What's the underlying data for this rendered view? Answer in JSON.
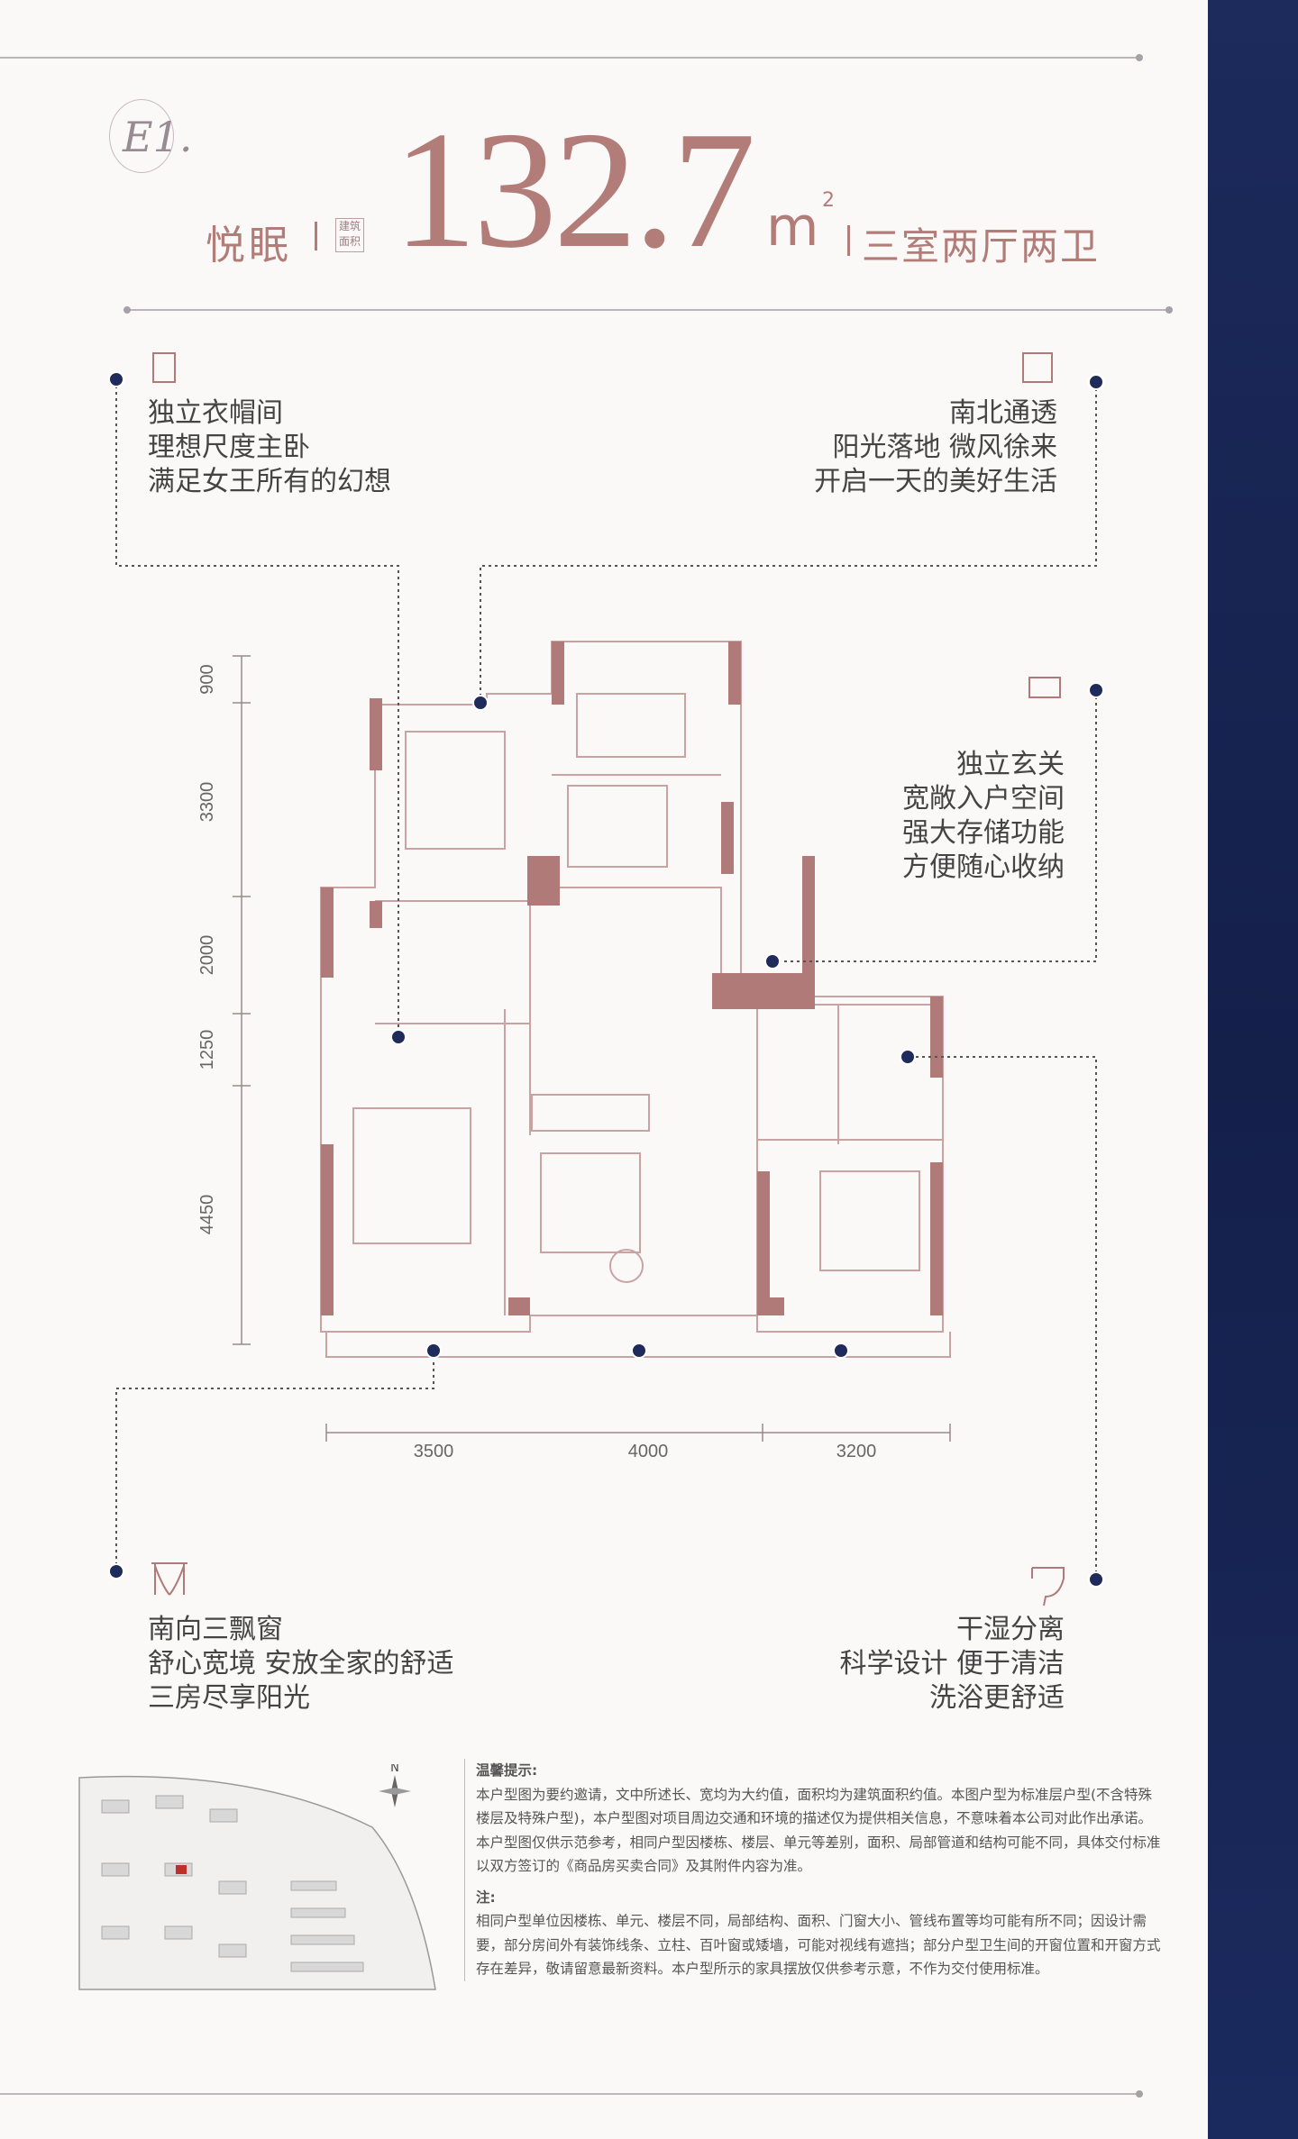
{
  "header": {
    "model_badge": "E1.",
    "name": "悦眠",
    "area_tag": "建筑面积",
    "area_value": "132.7",
    "area_unit": "m",
    "area_unit_sup": "2",
    "layout": "三室两厅两卫"
  },
  "callouts": [
    {
      "icon": "wardrobe-icon",
      "lines": [
        "独立衣帽间",
        "理想尺度主卧",
        "满足女王所有的幻想"
      ]
    },
    {
      "icon": "window-door-icon",
      "lines": [
        "南北通透",
        "阳光落地 微风徐来",
        "开启一天的美好生活"
      ]
    },
    {
      "icon": "cabinet-icon",
      "lines": [
        "独立玄关",
        "宽敞入户空间",
        "强大存储功能",
        "方便随心收纳"
      ]
    },
    {
      "icon": "curtain-window-icon",
      "lines": [
        "南向三飘窗",
        "舒心宽境 安放全家的舒适",
        "三房尽享阳光"
      ]
    },
    {
      "icon": "toilet-icon",
      "lines": [
        "干湿分离",
        "科学设计 便于清洁",
        "洗浴更舒适"
      ]
    }
  ],
  "dimensions": {
    "vertical": [
      "900",
      "3300",
      "2000",
      "1250",
      "4450"
    ],
    "horizontal": [
      "3500",
      "4000",
      "3200"
    ]
  },
  "compass": "N",
  "notes": {
    "title1": "温馨提示:",
    "body1": "本户型图为要约邀请，文中所述长、宽均为大约值，面积均为建筑面积约值。本图户型为标准层户型(不含特殊楼层及特殊户型)，本户型图对项目周边交通和环境的描述仅为提供相关信息，不意味着本公司对此作出承诺。本户型图仅供示范参考，相同户型因楼栋、楼层、单元等差别，面积、局部管道和结构可能不同，具体交付标准以双方签订的《商品房买卖合同》及其附件内容为准。",
    "title2": "注:",
    "body2": "相同户型单位因楼栋、单元、楼层不同，局部结构、面积、门窗大小、管线布置等均可能有所不同；因设计需要，部分房间外有装饰线条、立柱、百叶窗或矮墙，可能对视线有遮挡；部分户型卫生间的开窗位置和开窗方式存在差异，敬请留意最新资料。本户型所示的家具摆放仅供参考示意，不作为交付使用标准。"
  },
  "colors": {
    "accent": "#b27d78",
    "wall": "#b07a78",
    "navy": "#1c2a5c",
    "dot": "#1f2b5a"
  }
}
